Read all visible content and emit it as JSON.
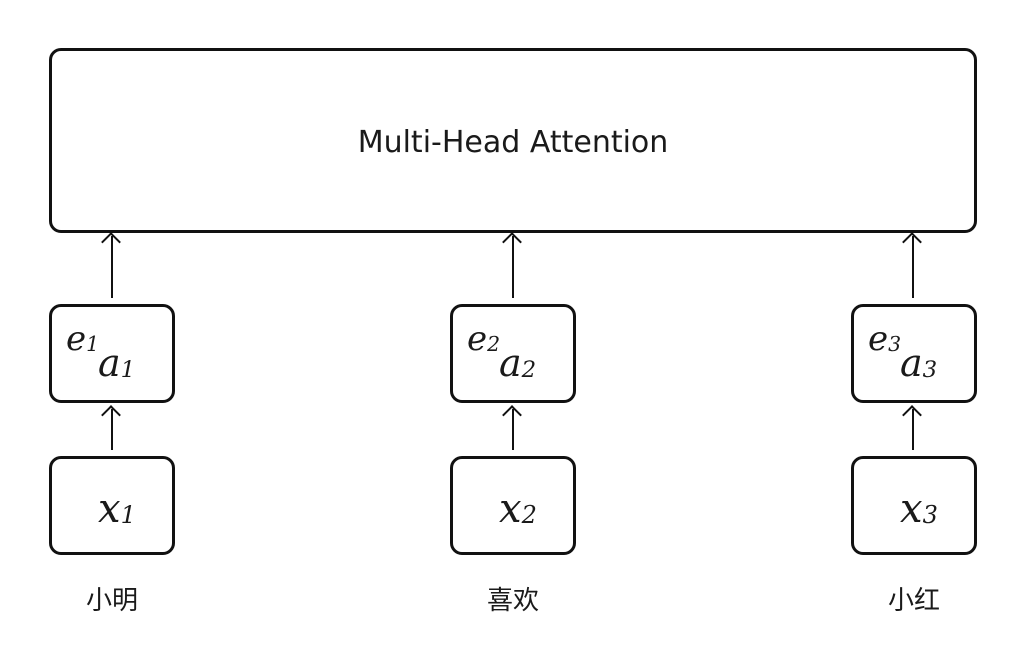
{
  "attention": {
    "label": "Multi-Head Attention"
  },
  "tokens": [
    {
      "e_letter": "e",
      "e_sub": "1",
      "a_letter": "a",
      "a_sub": "1",
      "x_letter": "x",
      "x_sub": "1",
      "word": "小明"
    },
    {
      "e_letter": "e",
      "e_sub": "2",
      "a_letter": "a",
      "a_sub": "2",
      "x_letter": "x",
      "x_sub": "2",
      "word": "喜欢"
    },
    {
      "e_letter": "e",
      "e_sub": "3",
      "a_letter": "a",
      "a_sub": "3",
      "x_letter": "x",
      "x_sub": "3",
      "word": "小红"
    }
  ],
  "colors": {
    "stroke": "#111111",
    "text": "#1a1a1a",
    "background": "#ffffff"
  }
}
